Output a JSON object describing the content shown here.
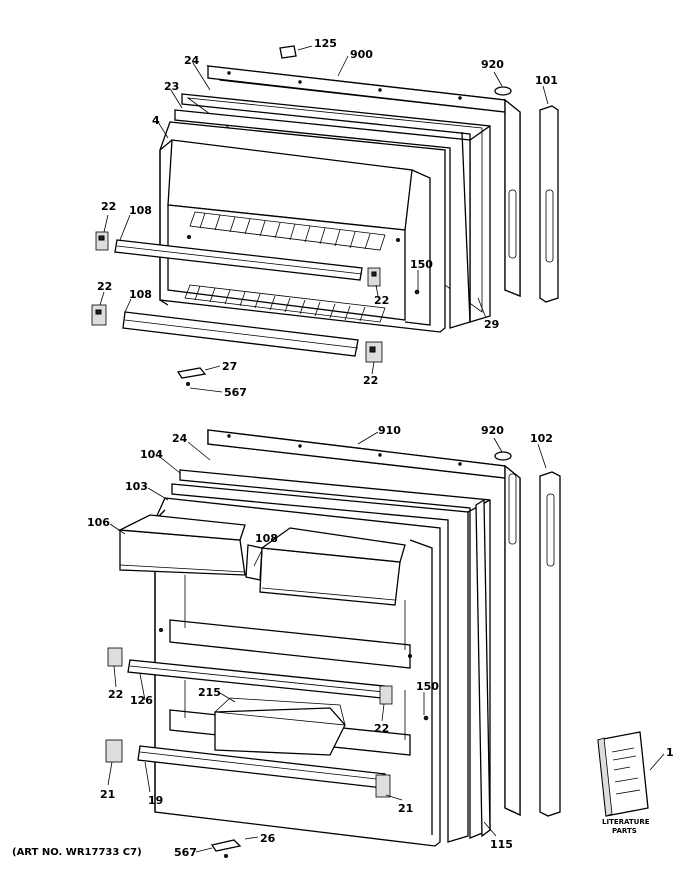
{
  "callouts_freezer": {
    "c125": "125",
    "c900": "900",
    "c920": "920",
    "c101": "101",
    "c24": "24",
    "c23": "23",
    "c4": "4",
    "c22a": "22",
    "c108a": "108",
    "c150": "150",
    "c22b": "22",
    "c22c": "22",
    "c108b": "108",
    "c29": "29",
    "c27": "27",
    "c22d": "22",
    "c567": "567"
  },
  "callouts_fresh": {
    "c910": "910",
    "c920": "920",
    "c24": "24",
    "c102": "102",
    "c104": "104",
    "c103": "103",
    "c106": "106",
    "c108": "108",
    "c22a": "22",
    "c126": "126",
    "c215": "215",
    "c150": "150",
    "c22b": "22",
    "c21a": "21",
    "c19": "19",
    "c21b": "21",
    "c26": "26",
    "c567": "567",
    "c115": "115",
    "c1": "1"
  },
  "art_no": "(ART NO. WR17733 C7)",
  "literature_label_line1": "LITERATURE",
  "literature_label_line2": "PARTS"
}
